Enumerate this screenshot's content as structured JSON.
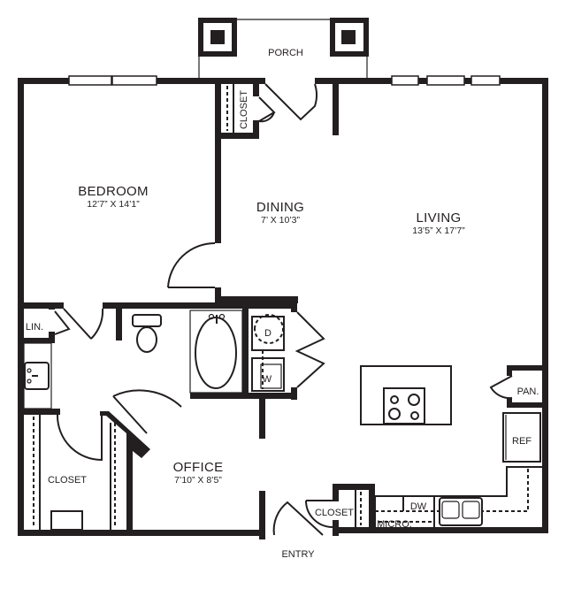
{
  "colors": {
    "ink": "#231f20",
    "background": "#ffffff"
  },
  "rooms": {
    "bedroom": {
      "name": "BEDROOM",
      "dims": "12’7” X 14’1”"
    },
    "dining": {
      "name": "DINING",
      "dims": "7’ X 10’3”"
    },
    "living": {
      "name": "LIVING",
      "dims": "13’5” X 17’7”"
    },
    "office": {
      "name": "OFFICE",
      "dims": "7’10” X 8’5”"
    }
  },
  "labels": {
    "porch": "PORCH",
    "closet_top": "CLOSET",
    "linen": "LIN.",
    "closet_bedroom": "CLOSET",
    "closet_entry": "CLOSET",
    "pantry": "PAN.",
    "refrigerator": "REF",
    "dryer": "D",
    "washer": "W",
    "dishwasher": "DW",
    "microwave": "MICRO.",
    "entry": "ENTRY"
  }
}
